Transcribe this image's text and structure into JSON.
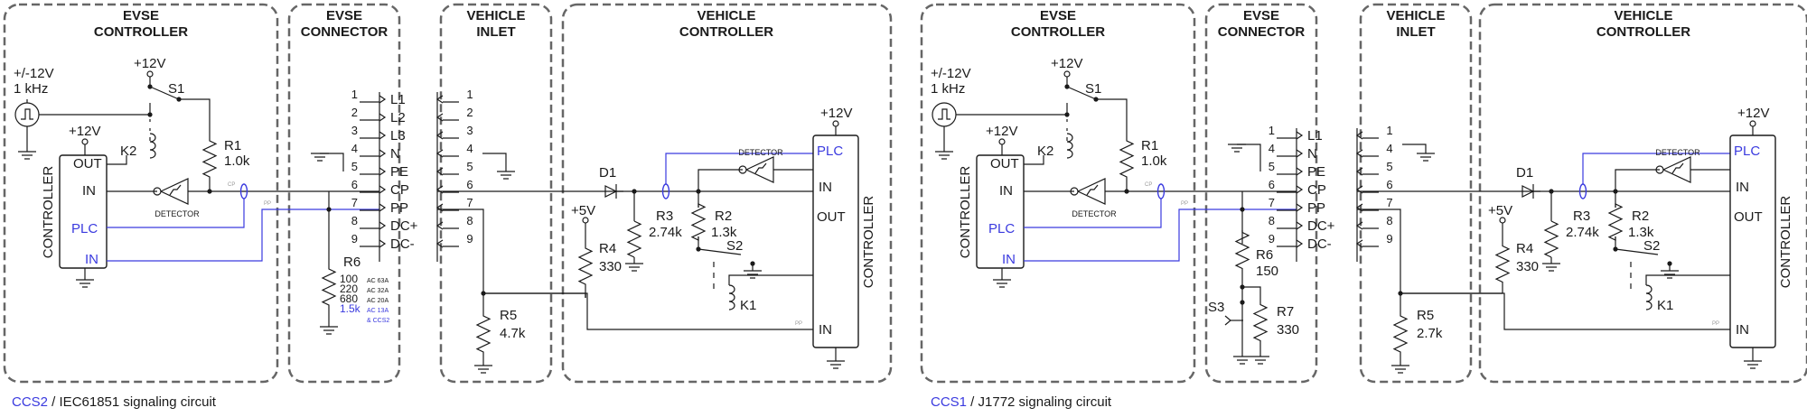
{
  "left": {
    "caption_link": "CCS2",
    "caption_rest": " / IEC61851 signaling circuit",
    "sections": [
      "EVSE CONTROLLER",
      "EVSE CONNECTOR",
      "VEHICLE INLET",
      "VEHICLE CONTROLLER"
    ],
    "connector_pins": [
      {
        "num": "1",
        "name": "L1"
      },
      {
        "num": "2",
        "name": "L2"
      },
      {
        "num": "3",
        "name": "L3"
      },
      {
        "num": "4",
        "name": "N"
      },
      {
        "num": "5",
        "name": "PE"
      },
      {
        "num": "6",
        "name": "CP"
      },
      {
        "num": "7",
        "name": "PP"
      },
      {
        "num": "8",
        "name": "DC+"
      },
      {
        "num": "9",
        "name": "DC-"
      }
    ],
    "inlet_pins": [
      "1",
      "2",
      "3",
      "4",
      "5",
      "6",
      "7",
      "8",
      "9"
    ],
    "source": {
      "line1": "+/-12V",
      "line2": "1 kHz"
    },
    "v12_s1": "+12V",
    "s1": "S1",
    "r1": "R1",
    "r1v": "1.0k",
    "k2": "K2",
    "ctrl_v": "+12V",
    "ctrl_out": "OUT",
    "ctrl_in": "IN",
    "ctrl_plc": "PLC",
    "ctrl_in2": "IN",
    "ctrl_name": "CONTROLLER",
    "detector": "DETECTOR",
    "cp_tag": "CP",
    "pp_tag": "PP",
    "r6": "R6",
    "r6_values": [
      {
        "v": "100",
        "note": "AC 63A",
        "blue": false
      },
      {
        "v": "220",
        "note": "AC 32A",
        "blue": false
      },
      {
        "v": "680",
        "note": "AC 20A",
        "blue": false
      },
      {
        "v": "1.5k",
        "note": "AC 13A",
        "blue": true
      },
      {
        "v": "",
        "note": "& CCS2",
        "blue": true
      }
    ],
    "r5": "R5",
    "r5v": "4.7k",
    "d1": "D1",
    "v5": "+5V",
    "r4": "R4",
    "r4v": "330",
    "r3": "R3",
    "r3v": "2.74k",
    "r2": "R2",
    "r2v": "1.3k",
    "s2": "S2",
    "k1": "K1",
    "vdet": "DETECTOR",
    "vc_v": "+12V",
    "vc_plc": "PLC",
    "vc_in": "IN",
    "vc_out": "OUT",
    "vc_in2": "IN",
    "vc_name": "CONTROLLER"
  },
  "right": {
    "caption_link": "CCS1",
    "caption_rest": " / J1772 signaling circuit",
    "sections": [
      "EVSE CONTROLLER",
      "EVSE CONNECTOR",
      "VEHICLE INLET",
      "VEHICLE CONTROLLER"
    ],
    "connector_pins": [
      {
        "num": "1",
        "name": "L1"
      },
      {
        "num": "4",
        "name": "N"
      },
      {
        "num": "5",
        "name": "PE"
      },
      {
        "num": "6",
        "name": "CP"
      },
      {
        "num": "7",
        "name": "PP"
      },
      {
        "num": "8",
        "name": "DC+"
      },
      {
        "num": "9",
        "name": "DC-"
      }
    ],
    "inlet_pins": [
      "1",
      "4",
      "5",
      "6",
      "7",
      "8",
      "9"
    ],
    "source": {
      "line1": "+/-12V",
      "line2": "1 kHz"
    },
    "v12_s1": "+12V",
    "s1": "S1",
    "r1": "R1",
    "r1v": "1.0k",
    "k2": "K2",
    "ctrl_v": "+12V",
    "ctrl_out": "OUT",
    "ctrl_in": "IN",
    "ctrl_plc": "PLC",
    "ctrl_in2": "IN",
    "ctrl_name": "CONTROLLER",
    "detector": "DETECTOR",
    "cp_tag": "CP",
    "pp_tag": "PP",
    "r6": "R6",
    "r6v": "150",
    "s3": "S3",
    "r7": "R7",
    "r7v": "330",
    "r5": "R5",
    "r5v": "2.7k",
    "d1": "D1",
    "v5": "+5V",
    "r4": "R4",
    "r4v": "330",
    "r3": "R3",
    "r3v": "2.74k",
    "r2": "R2",
    "r2v": "1.3k",
    "s2": "S2",
    "k1": "K1",
    "vdet": "DETECTOR",
    "vc_v": "+12V",
    "vc_plc": "PLC",
    "vc_in": "IN",
    "vc_out": "OUT",
    "vc_in2": "IN",
    "vc_name": "CONTROLLER"
  }
}
